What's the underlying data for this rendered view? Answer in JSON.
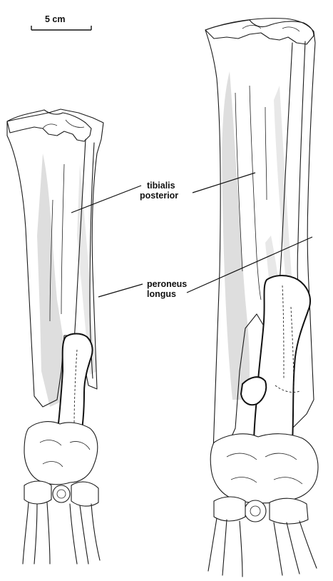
{
  "scale_bar": {
    "label": "5 cm"
  },
  "labels": {
    "tibialis": {
      "line1": "tibialis",
      "line2": "posterior"
    },
    "peroneus": {
      "line1": "peroneus",
      "line2": "longus"
    }
  }
}
